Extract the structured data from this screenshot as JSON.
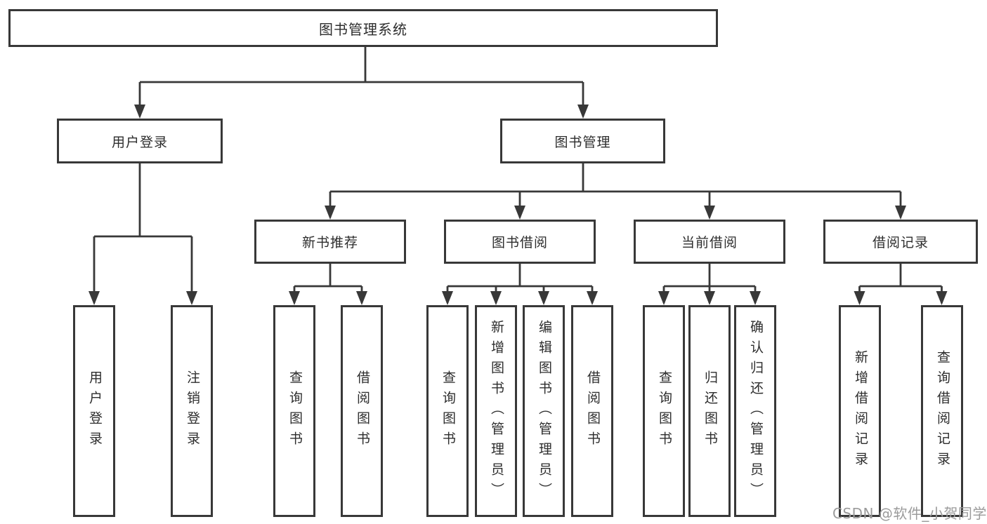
{
  "diagram": {
    "title": "图书管理系统",
    "branches": [
      {
        "label": "用户登录",
        "children": [
          "用户登录",
          "注销登录"
        ]
      },
      {
        "label": "图书管理",
        "sections": [
          {
            "label": "新书推荐",
            "children": [
              "查询图书",
              "借阅图书"
            ]
          },
          {
            "label": "图书借阅",
            "children": [
              "查询图书",
              "新增图书（管理员）",
              "编辑图书（管理员）",
              "借阅图书"
            ]
          },
          {
            "label": "当前借阅",
            "children": [
              "查询图书",
              "归还图书",
              "确认归还（管理员）"
            ]
          },
          {
            "label": "借阅记录",
            "children": [
              "新增借阅记录",
              "查询借阅记录"
            ]
          }
        ]
      }
    ]
  },
  "watermark": {
    "text": "CSDN @软件_小贺同学"
  },
  "colors": {
    "line": "#383838",
    "text": "#2d2d2d",
    "watermark": "#9b9b9b",
    "background": "#ffffff"
  }
}
